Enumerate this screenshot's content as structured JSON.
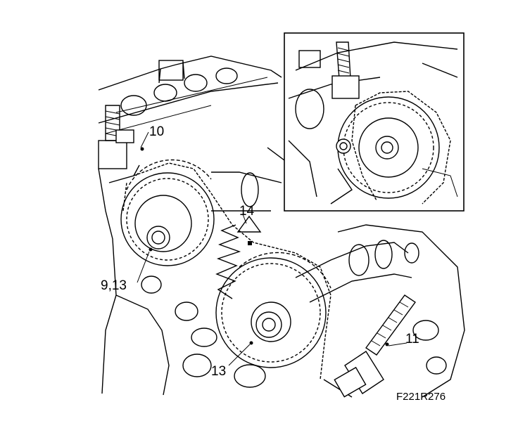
{
  "figure": {
    "code": "F221R276",
    "labels": {
      "tensioner_upper": "10",
      "guide_mark": "14",
      "intake_bolt": "9,13",
      "exhaust_bolt": "13",
      "tensioner_lower": "11"
    }
  }
}
